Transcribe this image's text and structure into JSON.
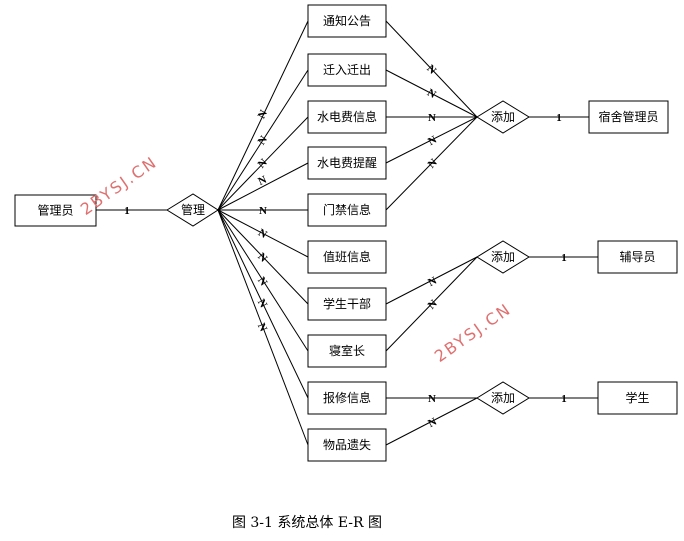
{
  "diagram": {
    "entities": {
      "admin": "管理员",
      "notice": "通知公告",
      "move": "迁入迁出",
      "utility_info": "水电费信息",
      "utility_remind": "水电费提醒",
      "access": "门禁信息",
      "duty": "值班信息",
      "cadre": "学生干部",
      "room_leader": "寝室长",
      "repair": "报修信息",
      "lost": "物品遗失",
      "dorm_manager": "宿舍管理员",
      "counselor": "辅导员",
      "student": "学生"
    },
    "relationships": {
      "manage": "管理",
      "add_dorm": "添加",
      "add_counselor": "添加",
      "add_student": "添加"
    },
    "cardinality": {
      "one": "1",
      "many": "N"
    },
    "watermark": "2BYSJ.CN"
  },
  "caption": "图 3-1 系统总体 E-R 图"
}
